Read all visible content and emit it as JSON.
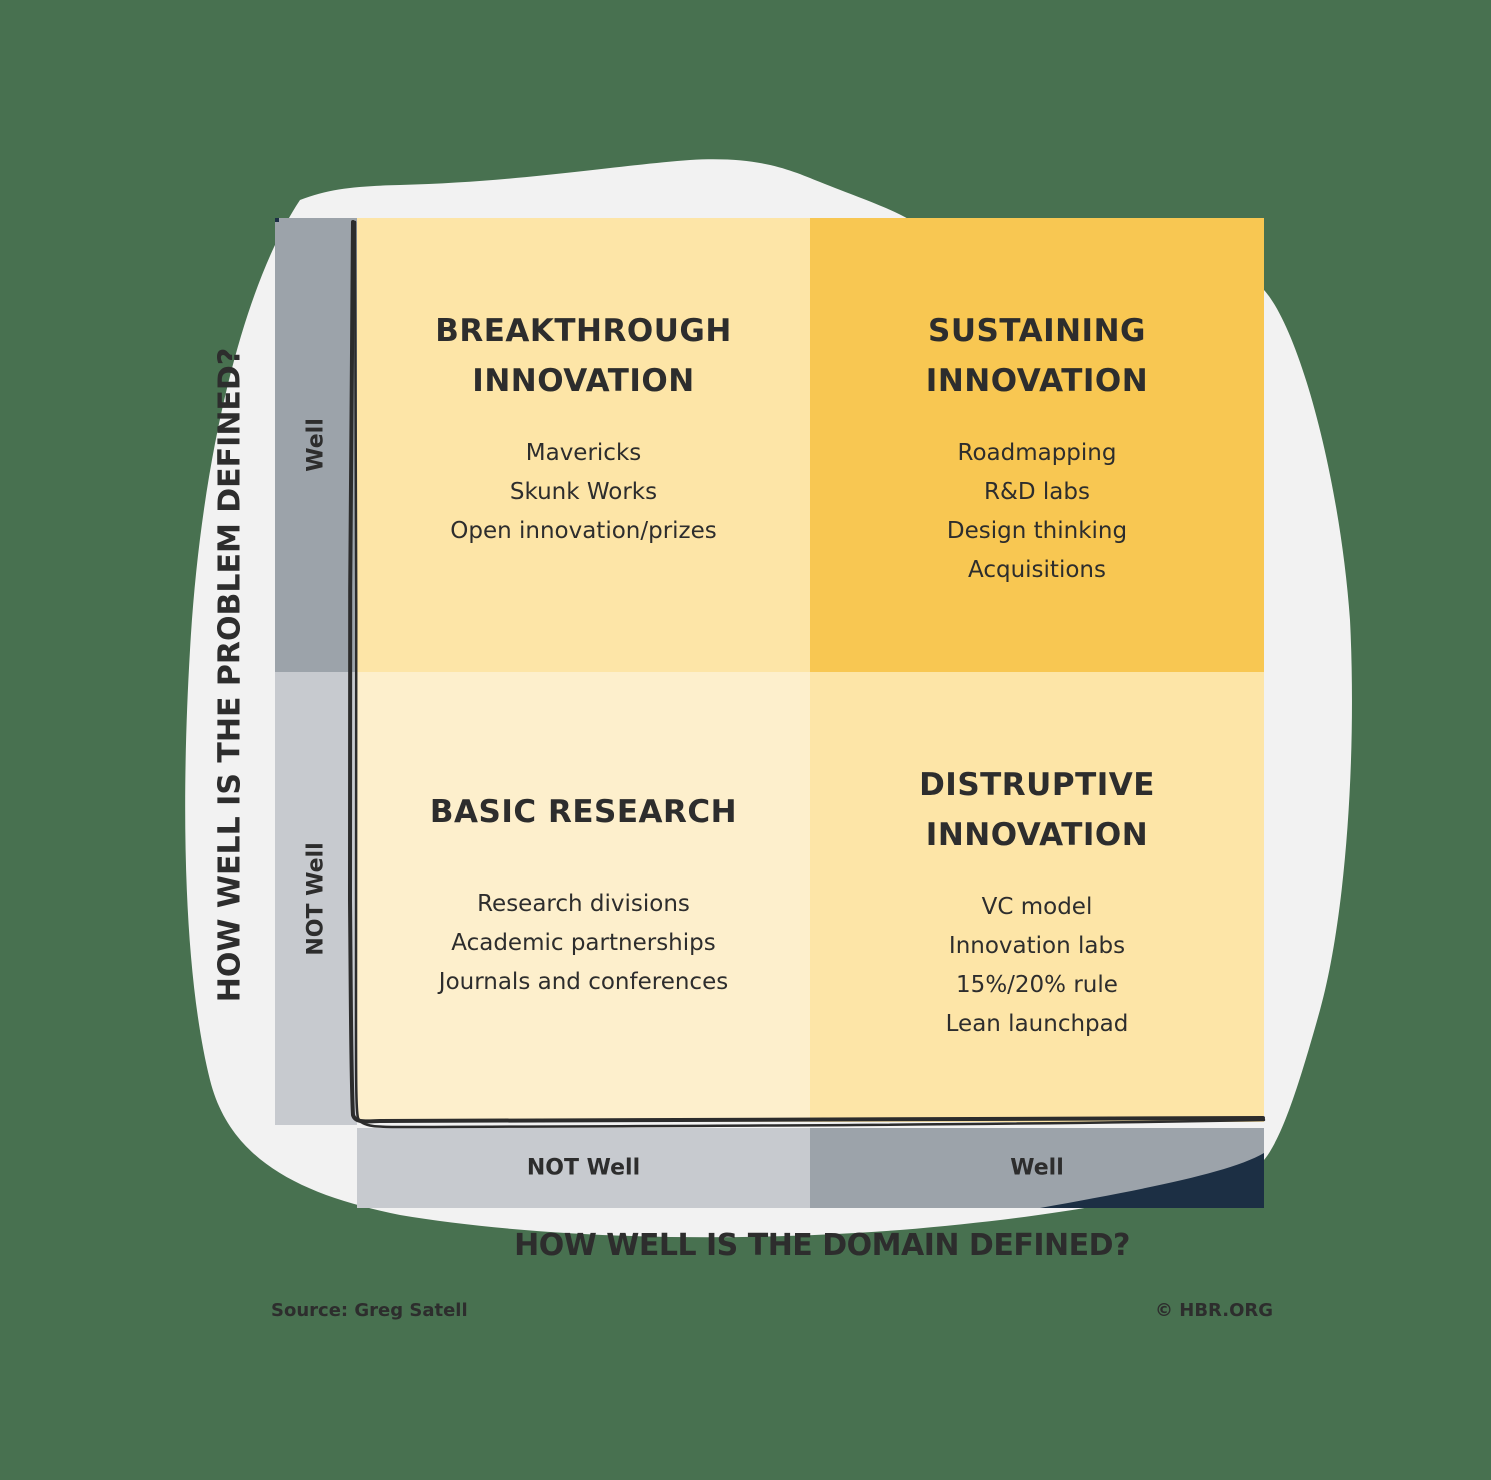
{
  "colors": {
    "background": "#487150",
    "blob": "#f2f2f2",
    "bar_dark": "#9ca3aa",
    "bar_light": "#c7cacf",
    "quad_light": "#fde5a7",
    "quad_strong": "#f8c752",
    "quad_pale": "#fdefcc",
    "navy_corner": "#1c2f44",
    "text": "#2d2d2d"
  },
  "y_axis": {
    "title": "HOW WELL IS THE PROBLEM DEFINED?",
    "levels": [
      {
        "label": "Well"
      },
      {
        "label": "NOT Well"
      }
    ]
  },
  "x_axis": {
    "title": "HOW WELL IS THE DOMAIN DEFINED?",
    "levels": [
      {
        "label": "NOT Well"
      },
      {
        "label": "Well"
      }
    ]
  },
  "quadrants": {
    "top_left": {
      "title": "BREAKTHROUGH\nINNOVATION",
      "items": [
        "Mavericks",
        "Skunk Works",
        "Open innovation/prizes"
      ]
    },
    "top_right": {
      "title": "SUSTAINING\nINNOVATION",
      "items": [
        "Roadmapping",
        "R&D labs",
        "Design thinking",
        "Acquisitions"
      ]
    },
    "bottom_left": {
      "title": "BASIC RESEARCH",
      "items": [
        "Research divisions",
        "Academic partnerships",
        "Journals and conferences"
      ]
    },
    "bottom_right": {
      "title": "DISTRUPTIVE\nINNOVATION",
      "items": [
        "VC model",
        "Innovation labs",
        "15%/20% rule",
        "Lean launchpad"
      ]
    }
  },
  "footer": {
    "source": "Source: Greg Satell",
    "copyright": "© HBR.ORG"
  }
}
